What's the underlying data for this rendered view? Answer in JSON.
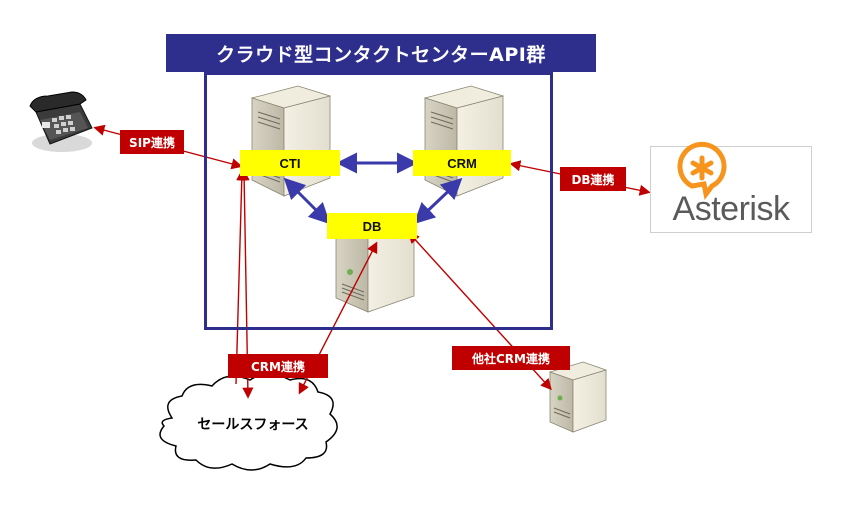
{
  "title": "クラウド型コンタクトセンターAPI群",
  "nodes": {
    "cti": "CTI",
    "crm": "CRM",
    "db": "DB"
  },
  "links": {
    "sip": "SIP連携",
    "db_link": "DB連携",
    "crm_link": "CRM連携",
    "other_crm": "他社CRM連携"
  },
  "cloud_label": "セールスフォース",
  "asterisk_logo_text": "Asterisk",
  "colors": {
    "frame": "#2e2e8c",
    "node_label": "#ffff00",
    "link_label": "#c00000",
    "blue_arrow": "#3a3aaa",
    "red_arrow": "#c00000",
    "asterisk_orange": "#f7941d"
  },
  "icons": [
    "telephone-icon",
    "server-icon",
    "cloud-icon",
    "asterisk-logo"
  ]
}
